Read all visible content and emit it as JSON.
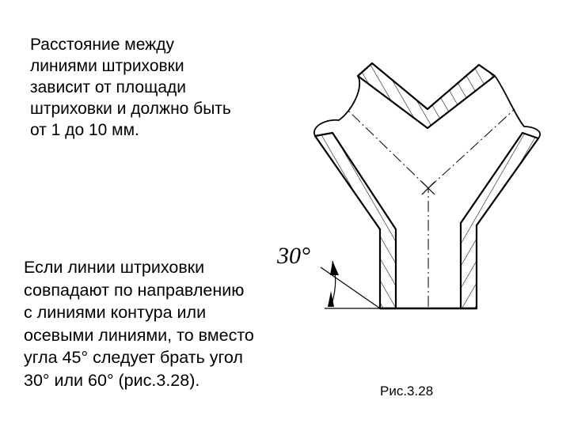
{
  "text": {
    "paragraph1": [
      "Расстояние между",
      "линиями штриховки",
      "зависит от площади",
      "штриховки и должно быть",
      "от 1 до 10 мм."
    ],
    "paragraph2": [
      "Если линии штриховки",
      "совпадают по направлению",
      "с линиями контура или",
      "осевыми линиями, то вместо",
      "угла 45° следует брать угол",
      "30° или 60° (рис.3.28)."
    ]
  },
  "figure": {
    "angle_label": "30°",
    "caption": "Рис.3.28"
  }
}
